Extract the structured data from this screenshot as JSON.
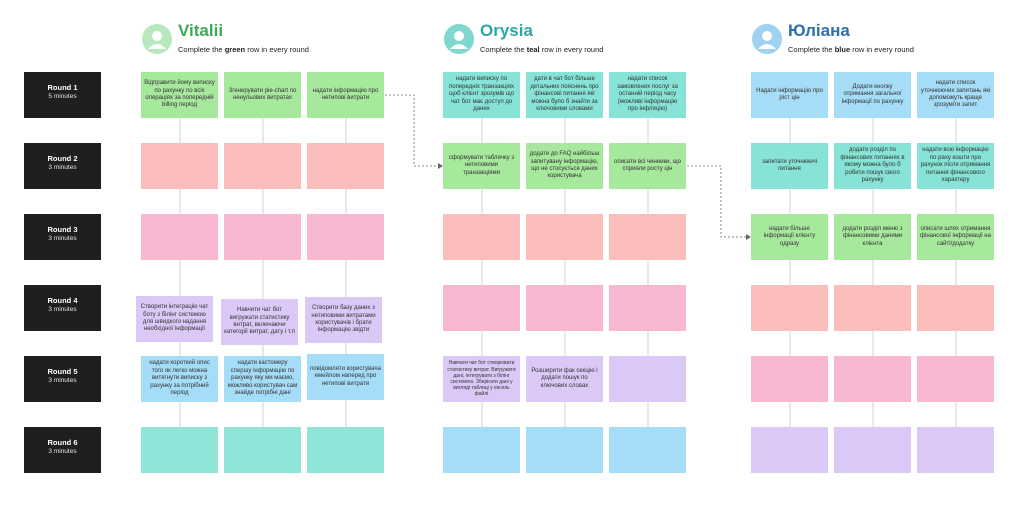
{
  "rounds": [
    {
      "label": "Round 1",
      "time": "5 minutes"
    },
    {
      "label": "Round 2",
      "time": "3 minutes"
    },
    {
      "label": "Round 3",
      "time": "3 minutes"
    },
    {
      "label": "Round 4",
      "time": "3 minutes"
    },
    {
      "label": "Round 5",
      "time": "3 minutes"
    },
    {
      "label": "Round 6",
      "time": "3 minutes"
    }
  ],
  "people": [
    {
      "name": "Vitalii",
      "name_color": "#3daa5a",
      "avatar_color": "#b8e8bd",
      "instr_pre": "Complete the ",
      "instr_color_word": "green",
      "instr_post": " row in every round"
    },
    {
      "name": "Orysia",
      "name_color": "#2aa8a4",
      "avatar_color": "#7fd8cf",
      "instr_pre": "Complete the ",
      "instr_color_word": "teal",
      "instr_post": " row in every round"
    },
    {
      "name": "Юліана",
      "name_color": "#2a6fae",
      "avatar_color": "#9fd1f3",
      "instr_pre": "Complete the ",
      "instr_color_word": "blue",
      "instr_post": " row in every round"
    }
  ],
  "colors": {
    "green": "#a6e89c",
    "teal": "#86e3d5",
    "blue": "#a5dcf7",
    "salmon": "#fbbcbc",
    "rose": "#f9bcd7",
    "pink": "#f8b8d2",
    "lavender": "#dbc8f7",
    "empty_teal": "#8fe6d8"
  },
  "notes": {
    "v_r1_1": "Відправити йому виписку по рахунку по всіх операціях за попередній billing період",
    "v_r1_2": "Згенерувати pie-chart по ненульових витратах",
    "v_r1_3": "надати інформацію про нетипові витрати",
    "v_r4_1": "Створити інтеграцію чат боту з білінг системою для швидкого надання необхідної інформації",
    "v_r4_2": "Навчити чат бот вигружати статистику витрат, включаючи категорії витрат, дату і т.п",
    "v_r4_3": "Створити базу даних з нетиповими витратами користувачів і брати інформацію звідти",
    "v_r5_1": "надати короткий опис того як легко можна витягнути виписку з рахунку за потрібний період",
    "v_r5_2": "надати кастомеру спершу інформацію по рахунку яку ми маємо, можливо користувач сам знайде потрібні дані",
    "v_r5_3": "повідомляти користувача емейлом наперед про нетипові витрати",
    "o_r1_1": "надати виписку по попередніх транзакціях щоб клієнт зрозумів що чат бот має доступ до даних",
    "o_r1_2": "дати в чат бот більше детальних пояснень про фінансові питання які можна було б знайти за ключовими словами",
    "o_r1_3": "надати список замовлених послуг за останній період часу (можливі інформацію про інфляцію)",
    "o_r2_1": "сформувати табличку з нетиповими транзакціями",
    "o_r2_2": "додати до FAQ найбільш запитувану інформацію, що не стосується даних користувача",
    "o_r2_3": "описати всі чинники, що сприяли росту цін",
    "o_r5_1": "Навчати чат бот створювати статистику витрат. Вигружати дані, інтегрувати з білінг системою. Зберігати дані у вигляді таблиці у ексель файлі",
    "o_r5_2": "Розширити фак секцію і додати пошук по ключових словах",
    "j_r1_1": "Надати інформацію про ріст цін",
    "j_r1_2": "Додати кнопку отримання загальної інформації по рахунку",
    "j_r1_3": "надати список уточнюючих запитань які допоможуть краще зрозуміти запит",
    "j_r2_1": "запитати уточнюючі питання",
    "j_r2_2": "додати розділ по фінансових питаннях в якому можна було б робити пошук свого рахунку",
    "j_r2_3": "надати всю інформацію по раху кошти про рахунок після отримання питання фінансового характеру",
    "j_r3_1": "надати більше інформації клієнту одразу",
    "j_r3_2": "додати розділ меню з фінансовими даними клієнта",
    "j_r3_3": "описати шлях отримання фінансової інформації на сайті/додатку"
  }
}
